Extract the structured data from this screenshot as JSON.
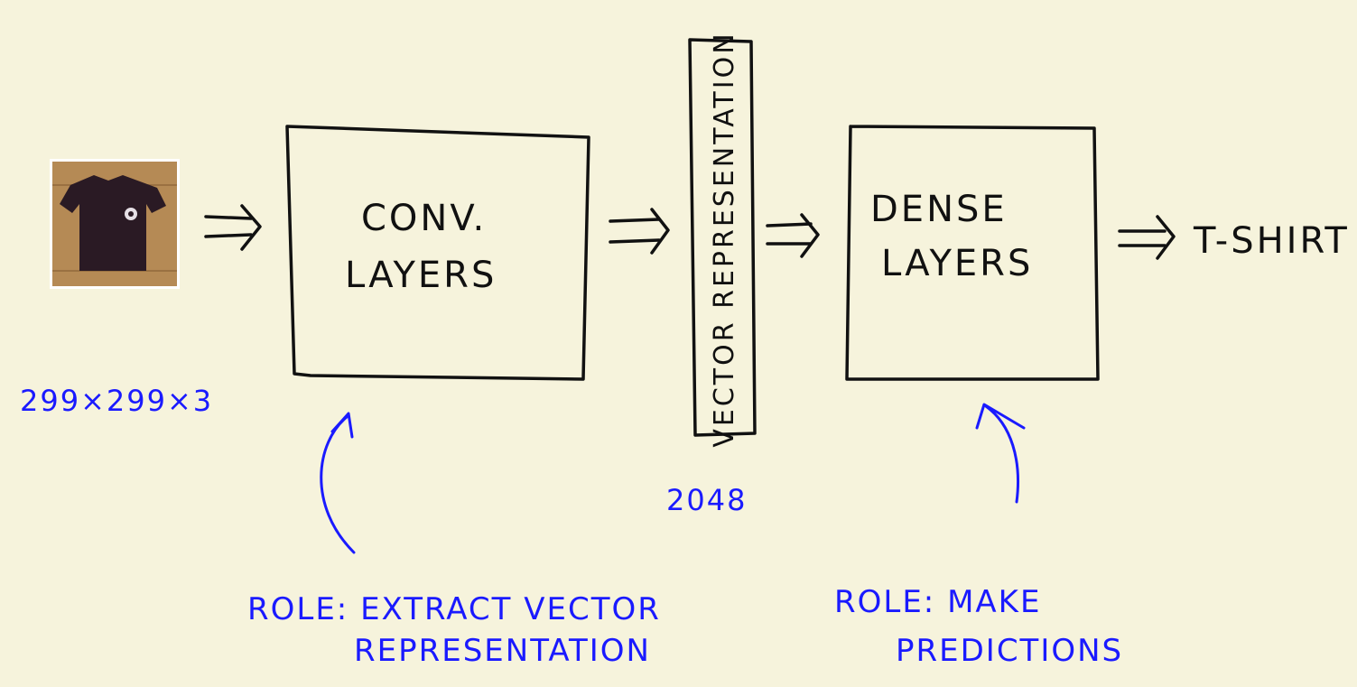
{
  "input": {
    "image_icon": "t-shirt-photo",
    "dimensions_label": "299×299×3"
  },
  "conv_block": {
    "line1": "CONV.",
    "line2": "LAYERS",
    "role_line1": "ROLE: EXTRACT VECTOR",
    "role_line2": "REPRESENTATION"
  },
  "vector": {
    "label": "VECTOR REPRESENTATION",
    "size_label": "2048"
  },
  "dense_block": {
    "line1": "DENSE",
    "line2": "LAYERS",
    "role_line1": "ROLE: MAKE",
    "role_line2": "PREDICTIONS"
  },
  "output": {
    "label": "T-SHIRT"
  },
  "colors": {
    "background": "#f6f3dc",
    "ink": "#111111",
    "annotation": "#1a1aff"
  }
}
